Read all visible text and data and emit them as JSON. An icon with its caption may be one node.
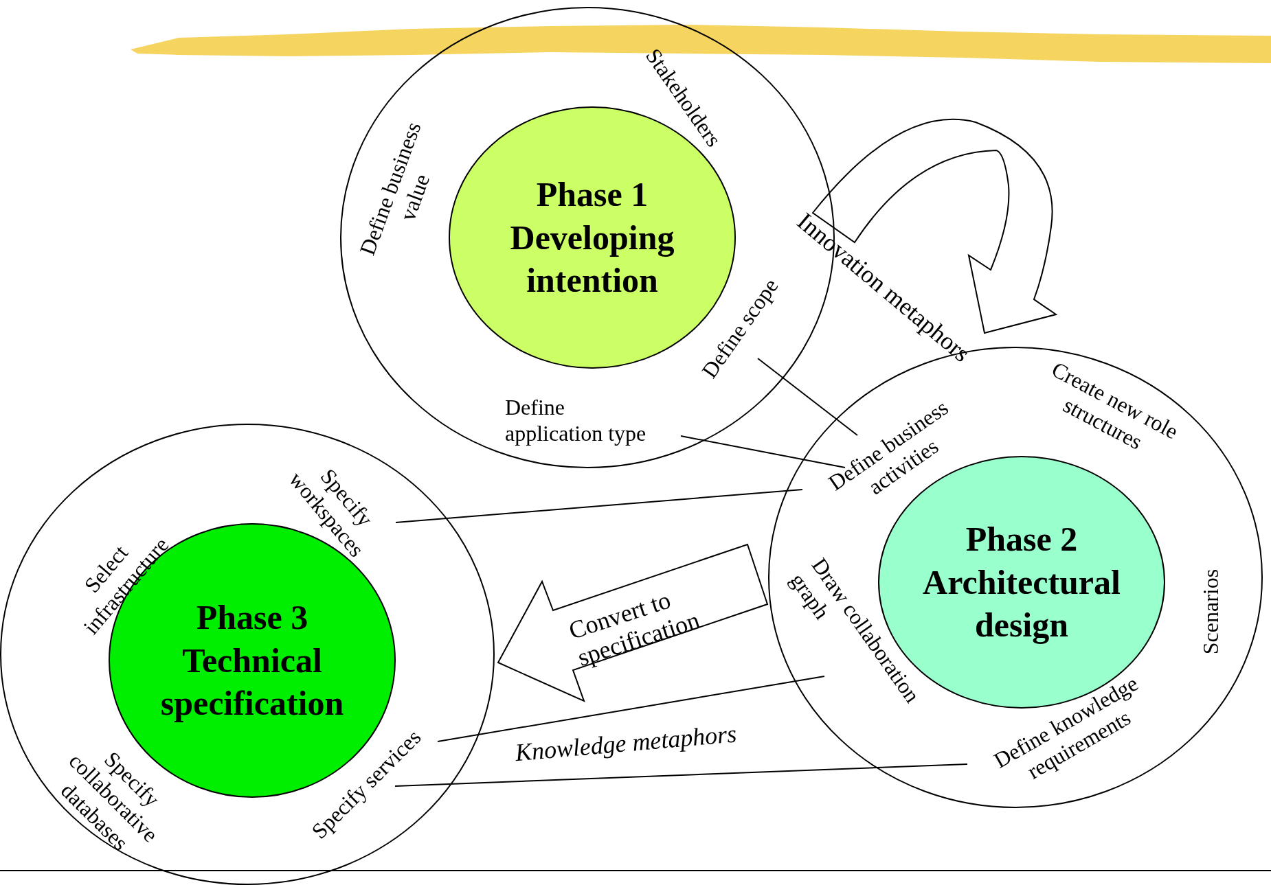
{
  "diagram": {
    "nodes": [
      {
        "text": [],
        "shape": "circle"
      },
      {
        "text": [
          "Phase 1 Developing intention"
        ],
        "in": 0
      },
      {
        "text": [
          "Define business value"
        ],
        "in": 0
      },
      {
        "text": [
          "Stakeholders"
        ],
        "in": 0
      },
      {
        "text": [
          "Define scope"
        ],
        "in": 0
      },
      {
        "text": [
          "Define application type"
        ],
        "in": 0
      },
      {
        "text": [],
        "shape": "circle"
      },
      {
        "text": [
          "Phase 2 Architectural design"
        ],
        "in": 6
      },
      {
        "text": [
          "Create new role structures"
        ],
        "in": 6
      },
      {
        "text": [
          "Define business activities"
        ],
        "in": 6
      },
      {
        "text": [
          "Scenarios"
        ],
        "in": 6
      },
      {
        "text": [
          "Draw collaboration graph"
        ],
        "in": 6
      },
      {
        "text": [
          "Define knowledge requirements"
        ],
        "in": 6
      },
      {
        "text": [],
        "shape": "circle"
      },
      {
        "text": [
          "Phase 3 Technical specification"
        ],
        "in": 13
      },
      {
        "text": [
          "Select infrastructure"
        ],
        "in": 13
      },
      {
        "text": [
          "Specify workspaces"
        ],
        "in": 13
      },
      {
        "text": [
          "Specify collaborative databases"
        ],
        "in": 13
      },
      {
        "text": [
          "Specify services"
        ],
        "in": 13
      }
    ],
    "edges": [
      {
        "from": 0,
        "to": 6,
        "arrow": "to",
        "label": "Innovation metaphors"
      },
      {
        "from": 6,
        "to": 13,
        "arrow": "to",
        "label": "Convert to specification"
      },
      {
        "from": 4,
        "to": 9,
        "arrow": "none"
      },
      {
        "from": 5,
        "to": 9,
        "arrow": "none"
      },
      {
        "from": 16,
        "to": 9,
        "arrow": "none"
      },
      {
        "from": 18,
        "to": 11,
        "arrow": "none"
      },
      {
        "from": 18,
        "to": 12,
        "arrow": "none"
      }
    ],
    "labels": [
      "Knowledge metaphors"
    ]
  }
}
